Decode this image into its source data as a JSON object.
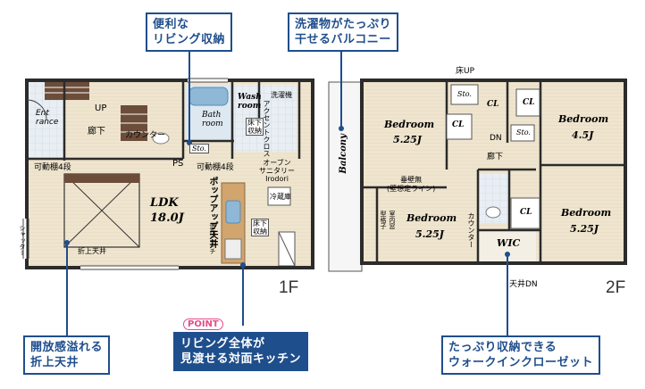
{
  "callouts": {
    "storage": "便利な\nリビング収納",
    "balcony": "洗濯物がたっぷり\n干せるバルコニー",
    "ceiling": "開放感溢れる\n折上天井",
    "kitchen": "リビング全体が\n見渡せる対面キッチン",
    "wic": "たっぷり収納できる\nウォークインクローゼット",
    "point": "POINT"
  },
  "floors": {
    "first": "1F",
    "second": "2F"
  },
  "first_floor": {
    "entrance": "Ent\nrance",
    "up": "UP",
    "corridor": "廊下",
    "counter": "カウンター",
    "bath": "Bath\nroom",
    "wash": "Wash\nroom",
    "washer": "洗濯機",
    "accent_cloth": "アクセントクロス",
    "floor_storage": "床下\n収納",
    "sto": "Sto.",
    "ps": "PS",
    "movable_shelf_left": "可動棚4段",
    "movable_shelf_right": "可動棚4段",
    "oven": "オーブン\nサニタリー\nIrodori",
    "ldk": "LDK",
    "ldk_size": "18.0J",
    "popup": "ポップアップ天井",
    "fridge": "冷蔵庫",
    "kitchen_storage": "床下\n収納",
    "niche": "造作ニッチ",
    "shutter": "シャッター",
    "folded_ceiling": "折上天井"
  },
  "second_floor": {
    "balcony": "Balcony",
    "floor_up": "床UP",
    "bedroom1": "Bedroom",
    "bedroom1_size": "5.25J",
    "bedroom2": "Bedroom",
    "bedroom2_size": "4.5J",
    "bedroom3": "Bedroom",
    "bedroom3_size": "5.25J",
    "bedroom4": "Bedroom",
    "bedroom4_size": "5.25J",
    "sto1": "Sto.",
    "sto2": "Sto.",
    "cl1": "CL",
    "cl2": "CL",
    "cl3": "CL",
    "cl4": "CL",
    "dn": "DN",
    "corridor": "廊下",
    "hanging_wall": "垂壁無\n(壁想定ライン)",
    "counter": "カウンター",
    "interior_window": "室内窓\n型格子",
    "wic": "WIC",
    "ceiling_dn": "天井DN"
  }
}
